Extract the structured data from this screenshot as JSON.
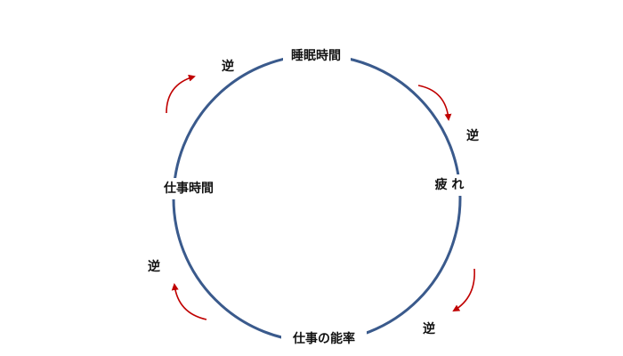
{
  "diagram": {
    "nodes": {
      "top": "睡眠時間",
      "right": "疲 れ",
      "bottom": "仕事の能率",
      "left": "仕事時間"
    },
    "reverse_labels": {
      "top_left": "逆",
      "top_right": "逆",
      "bottom_right": "逆",
      "bottom_left": "逆"
    },
    "colors": {
      "cycle": "#3a5a8c",
      "arrow": "#c00000",
      "text": "#111111"
    }
  }
}
